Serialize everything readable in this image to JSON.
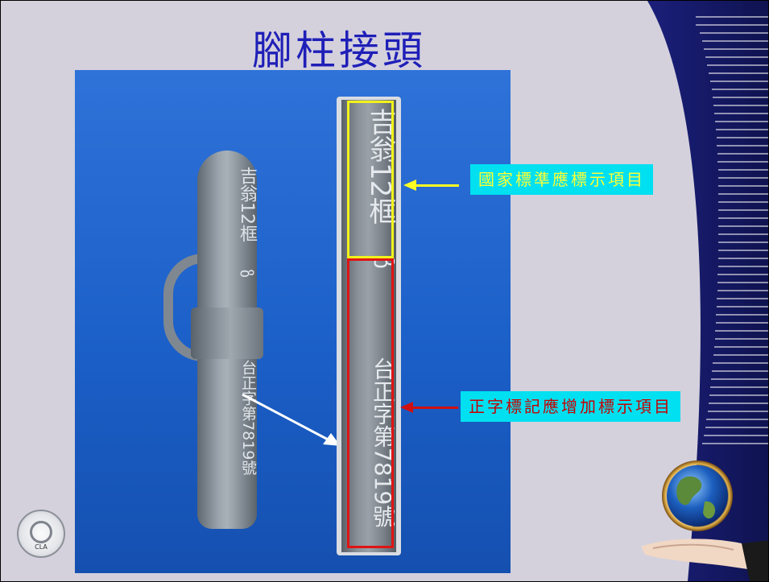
{
  "slide": {
    "title": "腳柱接頭",
    "colors": {
      "background": "#d4d1dd",
      "title": "#1f1fb8",
      "photo_background": "#1f63cc",
      "label_background": "#00e0f0",
      "label_national_text": "#ffff33",
      "label_mark_text": "#c80000",
      "box_national": "#f2f21a",
      "box_mark": "#e01414"
    }
  },
  "photo": {
    "left_post": {
      "top_text": "吉翁12框",
      "symbol": "ზ",
      "bottom_text": "台正字第7819號"
    },
    "right_strip": {
      "top_text": "吉翁12框",
      "symbol": "ზ",
      "bottom_text": "台正字第7819號"
    }
  },
  "labels": {
    "national_standard": "國家標準應標示項目",
    "mark_additional": "正字標記應增加標示項目"
  },
  "icons": {
    "logo": "council-of-labor-affairs-seal-icon",
    "logo_abbr": "CLA",
    "globe": "globe-on-hand-icon"
  }
}
